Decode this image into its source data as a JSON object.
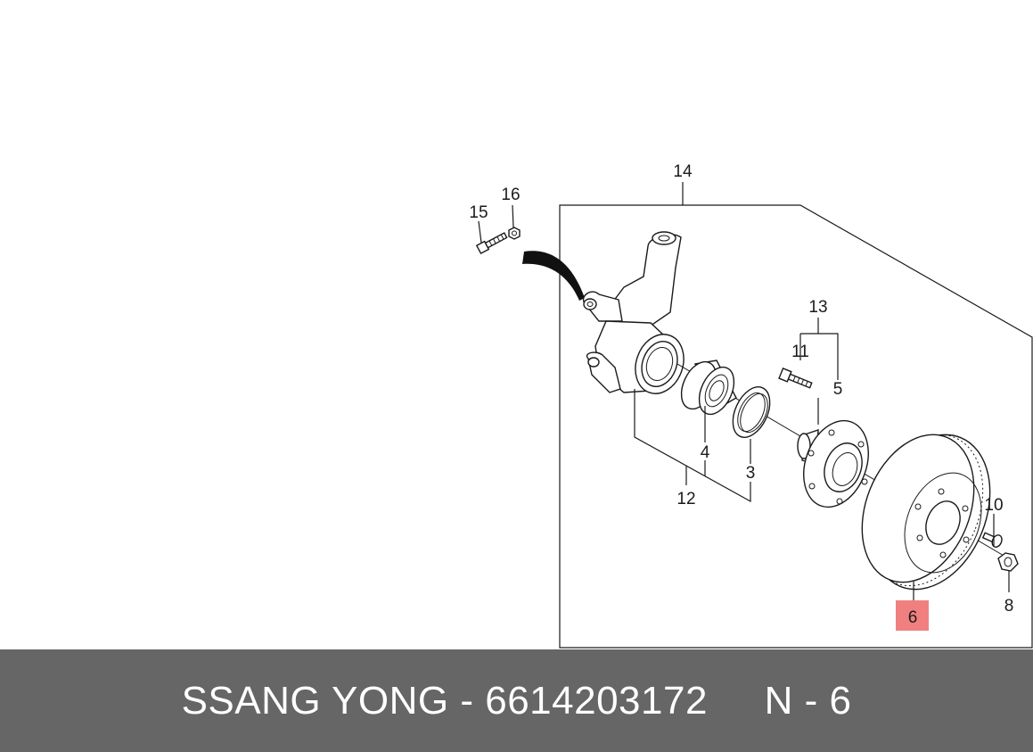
{
  "diagram": {
    "callouts": {
      "c14": "14",
      "c15": "15",
      "c16": "16",
      "c13": "13",
      "c11": "11",
      "c5": "5",
      "c4": "4",
      "c3": "3",
      "c12": "12",
      "c10": "10",
      "c8": "8",
      "c6": "6"
    },
    "highlight_color": "#f08080"
  },
  "footer": {
    "brand": "SSANG YONG",
    "separator": " - ",
    "part_number": "6614203172",
    "gap": "     ",
    "position_code": "N - 6",
    "background": "#666666"
  }
}
